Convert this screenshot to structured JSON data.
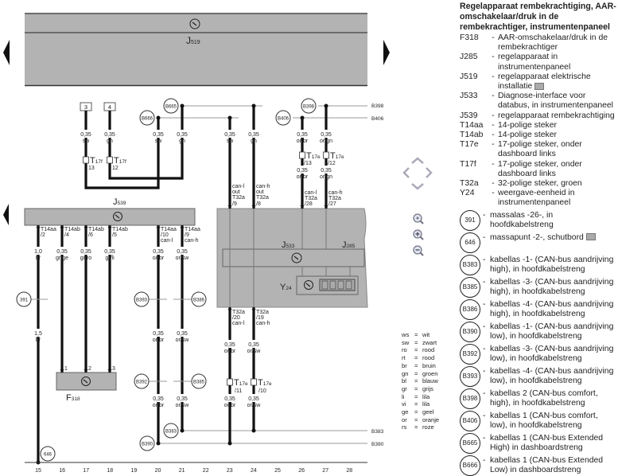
{
  "legend": {
    "title": "Regelapparaat rembekrachtiging, AAR-omschakelaar/druk in de rembekrachtiger, instrumentenpaneel",
    "items": [
      {
        "code": "F318",
        "desc": "AAR-omschakelaar/druk in de rembekrachtiger"
      },
      {
        "code": "J285",
        "desc": "regelapparaat in instrumentenpaneel"
      },
      {
        "code": "J519",
        "desc": "regelapparaat elektrische installatie",
        "camera": true
      },
      {
        "code": "J533",
        "desc": "Diagnose-interface voor databus, in instrumentenpaneel"
      },
      {
        "code": "J539",
        "desc": "regelapparaat rembekrachtiging"
      },
      {
        "code": "T14aa",
        "desc": "14-polige steker"
      },
      {
        "code": "T14ab",
        "desc": "14-polige steker"
      },
      {
        "code": "T17e",
        "desc": "17-polige steker, onder dashboard links"
      },
      {
        "code": "T17f",
        "desc": "17-polige steker, onder dashboard links"
      },
      {
        "code": "T32a",
        "desc": "32-polige steker, groen"
      },
      {
        "code": "Y24",
        "desc": "weergave-eenheid in instrumentenpaneel"
      }
    ],
    "circles": [
      {
        "code": "391",
        "desc": "massalas -26-, in hoofdkabelstreng"
      },
      {
        "code": "646",
        "desc": "massapunt -2-, schutbord",
        "camera": true
      },
      {
        "code": "B383",
        "desc": "kabellas -1- (CAN-bus aandrijving high), in hoofdkabelstreng"
      },
      {
        "code": "B385",
        "desc": "kabellas -3- (CAN-bus aandrijving high), in hoofdkabelstreng"
      },
      {
        "code": "B386",
        "desc": "kabellas -4- (CAN-bus aandrijving high), in hoofdkabelstreng"
      },
      {
        "code": "B390",
        "desc": "kabellas -1- (CAN-bus aandrijving low), in hoofdkabelstreng"
      },
      {
        "code": "B392",
        "desc": "kabellas -3- (CAN-bus aandrijving low), in hoofdkabelstreng"
      },
      {
        "code": "B393",
        "desc": "kabellas -4- (CAN-bus aandrijving low), in hoofdkabelstreng"
      },
      {
        "code": "B398",
        "desc": "kabellas 2 (CAN-bus comfort, high), in hoofdkabelstreng"
      },
      {
        "code": "B406",
        "desc": "kabellas 1 (CAN-bus comfort, low), in hoofdkabelstreng"
      },
      {
        "code": "B665",
        "desc": "kabellas 1 (CAN-bus Extended High) in dashboardstreng"
      },
      {
        "code": "B666",
        "desc": "kabellas 1 (CAN-bus Extended Low) in dashboardstreng"
      }
    ]
  },
  "colors": [
    {
      "k": "ws",
      "v": "wit"
    },
    {
      "k": "sw",
      "v": "zwart"
    },
    {
      "k": "ro",
      "v": "rood"
    },
    {
      "k": "rt",
      "v": "rood"
    },
    {
      "k": "br",
      "v": "bruin"
    },
    {
      "k": "gn",
      "v": "groen"
    },
    {
      "k": "bl",
      "v": "blauw"
    },
    {
      "k": "gr",
      "v": "grijs"
    },
    {
      "k": "li",
      "v": "lila"
    },
    {
      "k": "vi",
      "v": "lila"
    },
    {
      "k": "ge",
      "v": "geel"
    },
    {
      "k": "or",
      "v": "oranje"
    },
    {
      "k": "rs",
      "v": "roze"
    }
  ],
  "equals": "=",
  "dash": "-",
  "components": {
    "j519": {
      "letter": "J",
      "sub": "519"
    },
    "j539": {
      "letter": "J",
      "sub": "539"
    },
    "j533": {
      "letter": "J",
      "sub": "533"
    },
    "j285": {
      "letter": "J",
      "sub": "285"
    },
    "y24": {
      "letter": "Y",
      "sub": "24"
    },
    "f318": {
      "letter": "F",
      "sub": "318"
    }
  },
  "terminals": [
    "3",
    "4"
  ],
  "columns": [
    "15",
    "16",
    "17",
    "18",
    "19",
    "20",
    "21",
    "22",
    "23",
    "24",
    "25",
    "26",
    "27",
    "28"
  ],
  "circles": {
    "b665": "B665",
    "b666": "B666",
    "b398": "B398",
    "b406": "B406",
    "c391": "391",
    "b393": "B393",
    "b386": "B386",
    "b392": "B392",
    "b385": "B385",
    "b383": "B383",
    "b390": "B390",
    "c646": "646"
  },
  "lineLabels": {
    "b398": "B398",
    "b406": "B406",
    "b383": "B383",
    "b390": "B390"
  },
  "wires": {
    "t1": {
      "gauge": "0,35",
      "color": "sw",
      "conn": "T",
      "connSub": "17f",
      "pin": "13"
    },
    "t2": {
      "gauge": "0,35",
      "color": "gn",
      "conn": "T",
      "connSub": "17f",
      "pin": "12"
    },
    "t3": {
      "gauge": "0,35",
      "color": "sw"
    },
    "t4": {
      "gauge": "0,35",
      "color": "gn"
    },
    "t5": {
      "gauge": "0,35",
      "color": "sw",
      "sig": "can-l",
      "dir": "out",
      "conn": "T32a",
      "pin": "/9"
    },
    "t6": {
      "gauge": "0,35",
      "color": "gn",
      "sig": "can-h",
      "dir": "out",
      "conn": "T32a",
      "pin": "/8"
    },
    "t7": {
      "gauge": "0,35",
      "color": "or/br",
      "conn": "T",
      "connSub": "17e",
      "pin": "/13",
      "gauge2": "0,35",
      "color2": "or/br",
      "sig": "can-l",
      "conn2": "T32a",
      "pin2": "/28"
    },
    "t8": {
      "gauge": "0,35",
      "color": "or/gn",
      "conn": "T",
      "connSub": "17e",
      "pin": "/12",
      "gauge2": "0,35",
      "color2": "or/gn",
      "sig": "can-h",
      "conn2": "T32a",
      "pin2": "/27"
    },
    "l1": {
      "conn": "T14aa",
      "pin": "/2",
      "gauge": "1,0",
      "color": "br",
      "gauge2": "1,5",
      "color2": "br"
    },
    "l2": {
      "conn": "T14ab",
      "pin": "/4",
      "gauge": "0,35",
      "color": "gr/ge",
      "fpin": "1"
    },
    "l3": {
      "conn": "T14ab",
      "pin": "/6",
      "gauge": "0,35",
      "color": "gr/ro",
      "fpin": "2"
    },
    "l4": {
      "conn": "T14ab",
      "pin": "/5",
      "gauge": "0,35",
      "color": "gr/li",
      "fpin": "3"
    },
    "l5": {
      "conn": "T14aa",
      "pin": "/10",
      "sig": "can-l",
      "gauge": "0,35",
      "color": "or/br",
      "gauge2": "0,35",
      "color2": "or/br",
      "gauge3": "0,35",
      "color3": "or/br"
    },
    "l6": {
      "conn": "T14aa",
      "pin": "/9",
      "sig": "can-h",
      "gauge": "0,35",
      "color": "or/sw",
      "gauge2": "0,35",
      "color2": "or/sw",
      "gauge3": "0,35",
      "color3": "or/sw"
    },
    "l7": {
      "conn": "T32a",
      "pin": "/20",
      "sig": "can-l",
      "gauge": "0,35",
      "color": "or/br",
      "conn2": "T",
      "connSub": "17e",
      "pin2": "/11",
      "gauge2": "0,35",
      "color2": "or/br"
    },
    "l8": {
      "conn": "T32a",
      "pin": "/19",
      "sig": "can-h",
      "gauge": "0,35",
      "color": "or/sw",
      "conn2": "T",
      "connSub": "17e",
      "pin2": "/10",
      "gauge2": "0,35",
      "color2": "or/sw"
    }
  },
  "icons": {
    "nav": [
      "chevron-up-icon",
      "chevron-left-icon",
      "chevron-right-icon",
      "chevron-down-icon"
    ],
    "zoom": [
      "zoom-fit-icon",
      "zoom-in-icon",
      "zoom-out-icon"
    ]
  }
}
